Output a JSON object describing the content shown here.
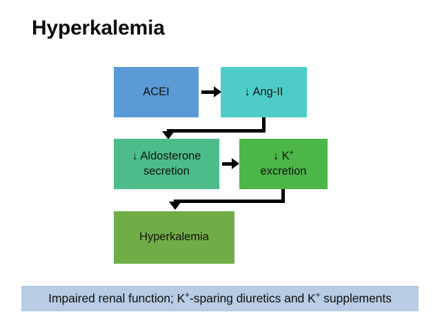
{
  "slide": {
    "title": "Hyperkalemia",
    "background_color": "#ffffff"
  },
  "diagram": {
    "type": "flowchart",
    "nodes": [
      {
        "id": "acei",
        "label": "ACEI",
        "line1": "ACEI",
        "line2": "",
        "color": "#5b9bd5",
        "row": 1,
        "column": 1
      },
      {
        "id": "ang-ii",
        "label": "↓ Ang-II",
        "line1": "↓ Ang-II",
        "line2": "",
        "color": "#4ecdc8",
        "row": 1,
        "column": 2
      },
      {
        "id": "aldosterone-secretion",
        "label": "↓ Aldosterone secretion",
        "line1": "↓ Aldosterone",
        "line2": "secretion",
        "color": "#4cbd8a",
        "row": 2,
        "column": 1
      },
      {
        "id": "k-excretion",
        "label": "↓ K+ excretion",
        "line1_prefix": "↓ K",
        "line1_sup": "+",
        "line2": "excretion",
        "color": "#4cb648",
        "row": 2,
        "column": 2
      },
      {
        "id": "hyperkalemia",
        "label": "Hyperkalemia",
        "line1": "Hyperkalemia",
        "line2": "",
        "color": "#70ad47",
        "row": 3,
        "column": 1
      }
    ],
    "edges": [
      {
        "id": "acei-to-ang-ii",
        "from": "acei",
        "to": "ang-ii",
        "style": "straight-right-arrow",
        "color": "#000000"
      },
      {
        "id": "ang-ii-to-aldosterone",
        "from": "ang-ii",
        "to": "aldosterone-secretion",
        "style": "elbow-down-left-arrow",
        "color": "#000000"
      },
      {
        "id": "aldosterone-to-k-excretion",
        "from": "aldosterone-secretion",
        "to": "k-excretion",
        "style": "straight-right-arrow",
        "color": "#000000"
      },
      {
        "id": "k-excretion-to-hyperkalemia",
        "from": "k-excretion",
        "to": "hyperkalemia",
        "style": "elbow-down-left-arrow",
        "color": "#000000"
      }
    ]
  },
  "footer": {
    "text_part1": "Impaired renal function; K",
    "sup1": "+",
    "text_part2": "-sparing diuretics and K",
    "sup2": "+",
    "text_part3": " supplements",
    "full_text": "Impaired renal function; K+-sparing diuretics and K+ supplements",
    "background_color": "#b8cce4"
  }
}
